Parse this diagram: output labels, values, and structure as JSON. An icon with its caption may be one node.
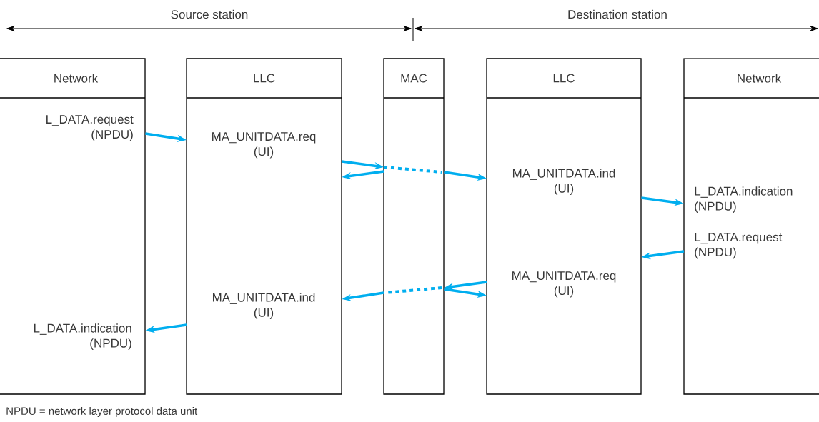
{
  "diagram": {
    "caption": "NPDU = network layer protocol data unit",
    "nodes": [
      {
        "text": [
          "Network"
        ]
      },
      {
        "text": [
          "LLC"
        ]
      },
      {
        "text": [
          "MAC"
        ]
      },
      {
        "text": [
          "LLC"
        ]
      },
      {
        "text": [
          "Network"
        ]
      },
      {
        "text": [
          "L_DATA.request (NPDU)"
        ],
        "in": 0
      },
      {
        "text": [
          "MA_UNITDATA.req (UI)"
        ],
        "in": 1
      },
      {
        "text": [
          "MA_UNITDATA.ind (UI)"
        ],
        "in": 3
      },
      {
        "text": [
          "L_DATA.indication (NPDU)"
        ],
        "in": 4
      },
      {
        "text": [
          "L_DATA.request (NPDU)"
        ],
        "in": 4
      },
      {
        "text": [
          "MA_UNITDATA.req (UI)"
        ],
        "in": 3
      },
      {
        "text": [
          "MA_UNITDATA.ind (UI)"
        ],
        "in": 1
      },
      {
        "text": [
          "L_DATA.indication (NPDU)"
        ],
        "in": 0
      }
    ],
    "edges": [
      {
        "from": 0,
        "to": 1,
        "arrow": "to"
      },
      {
        "from": 1,
        "to": 2,
        "arrow": "to"
      },
      {
        "from": 2,
        "to": 1,
        "arrow": "to"
      },
      {
        "from": 2,
        "to": 3,
        "arrow": "to"
      },
      {
        "from": 3,
        "to": 4,
        "arrow": "to"
      },
      {
        "from": 4,
        "to": 3,
        "arrow": "to"
      },
      {
        "from": 3,
        "to": 2,
        "arrow": "to"
      },
      {
        "from": 2,
        "to": 3,
        "arrow": "to"
      },
      {
        "from": 2,
        "to": 1,
        "arrow": "to"
      },
      {
        "from": 1,
        "to": 0,
        "arrow": "to"
      }
    ],
    "labels": [
      "Source station",
      "Destination station"
    ]
  }
}
